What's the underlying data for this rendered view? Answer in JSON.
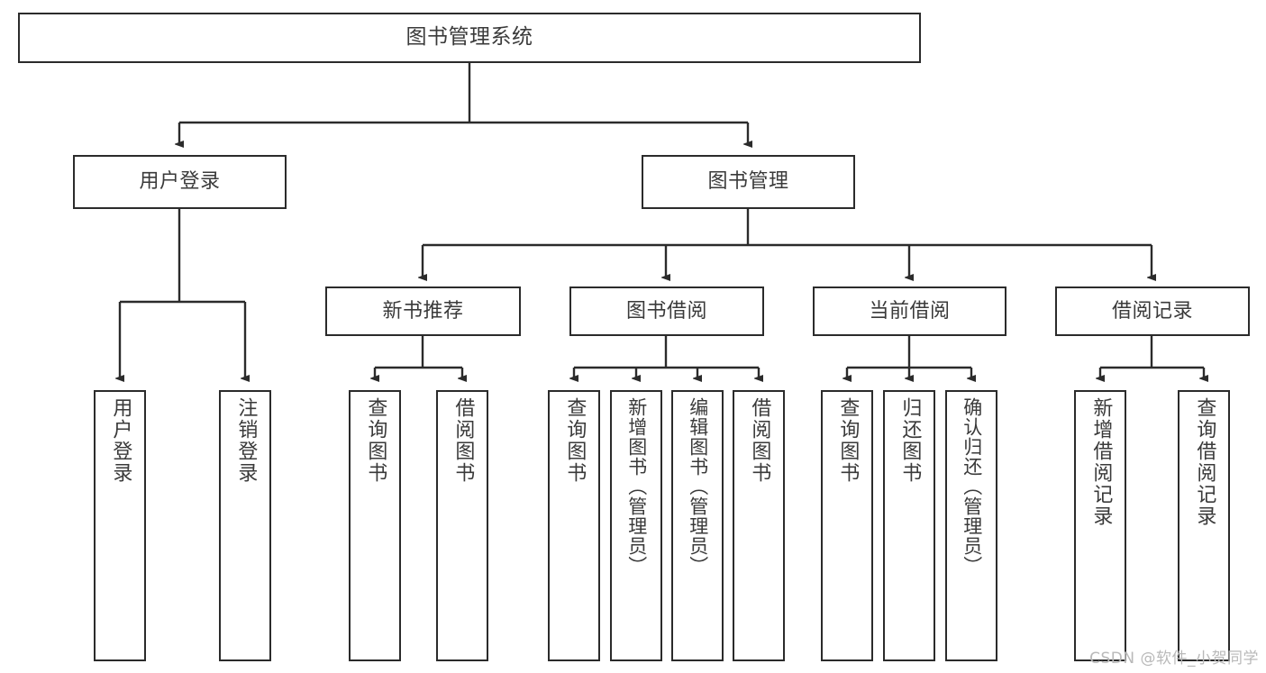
{
  "diagram": {
    "title": "图书管理系统",
    "type": "tree",
    "watermark": "CSDN @软件_小贺同学",
    "colors": {
      "stroke": "#2b2b2b",
      "fill": "#ffffff",
      "text": "#3a3a3a",
      "watermark": "#b9b9b9"
    },
    "root": {
      "label": "图书管理系统"
    },
    "level2": [
      {
        "label": "用户登录"
      },
      {
        "label": "图书管理"
      }
    ],
    "level3": [
      {
        "label": "新书推荐"
      },
      {
        "label": "图书借阅"
      },
      {
        "label": "当前借阅"
      },
      {
        "label": "借阅记录"
      }
    ],
    "leaves": {
      "user_login": [
        {
          "label": "用户登录"
        },
        {
          "label": "注销登录"
        }
      ],
      "new_book_recommend": [
        {
          "label": "查询图书"
        },
        {
          "label": "借阅图书"
        }
      ],
      "book_borrow": [
        {
          "label": "查询图书"
        },
        {
          "label": "新增图书（管理员）"
        },
        {
          "label": "编辑图书（管理员）"
        },
        {
          "label": "借阅图书"
        }
      ],
      "current_borrow": [
        {
          "label": "查询图书"
        },
        {
          "label": "归还图书"
        },
        {
          "label": "确认归还（管理员）"
        }
      ],
      "borrow_record": [
        {
          "label": "新增借阅记录"
        },
        {
          "label": "查询借阅记录"
        }
      ]
    }
  }
}
